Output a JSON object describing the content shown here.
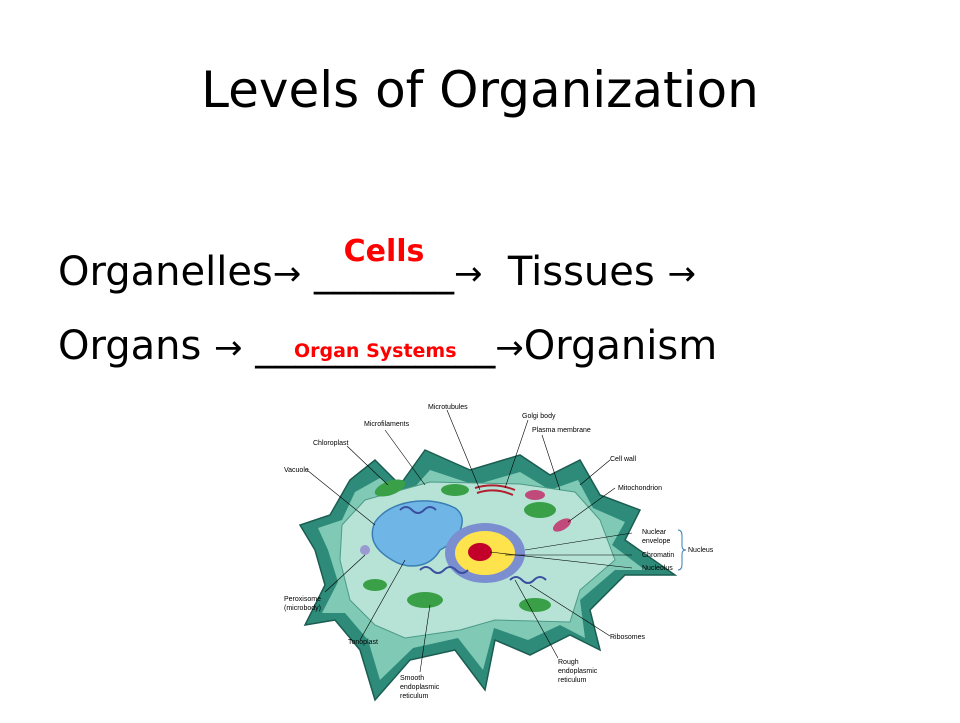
{
  "slide": {
    "title": "Levels of Organization",
    "line1": {
      "word1": "Organelles",
      "arrow": "→",
      "blank": "_______",
      "answer": "Cells",
      "word2": "Tissues"
    },
    "line2": {
      "word1": "Organs",
      "arrow": "→",
      "blank": "____________",
      "answer": "Organ Systems",
      "word2": "Organism"
    }
  },
  "diagram": {
    "labels": {
      "microtubules": "Microtubules",
      "microfilaments": "Microfilaments",
      "golgi": "Golgi body",
      "plasma_membrane": "Plasma membrane",
      "chloroplast": "Chloroplast",
      "cell_wall": "Cell wall",
      "vacuole": "Vacuole",
      "mitochondrion": "Mitochondrion",
      "nuclear_envelope_1": "Nuclear",
      "nuclear_envelope_2": "envelope",
      "chromatin": "Chromatin",
      "nucleus": "Nucleus",
      "nucleolus": "Nucleolus",
      "peroxisome_1": "Peroxisome",
      "peroxisome_2": "(microbody)",
      "ribosomes": "Ribosomes",
      "tonoplast": "Tonoplast",
      "rough_er_1": "Rough",
      "rough_er_2": "endoplasmic",
      "rough_er_3": "reticulum",
      "smooth_er_1": "Smooth",
      "smooth_er_2": "endoplasmic",
      "smooth_er_3": "reticulum"
    },
    "colors": {
      "cell_wall": "#2e8b7a",
      "cytoplasm": "#b6e3d6",
      "vacuole": "#6fb6e6",
      "nucleus_outer": "#7b8fd0",
      "nucleus_inner": "#ffe34d",
      "nucleolus": "#c3002a",
      "chloroplast": "#3aa048",
      "mitochondrion": "#c04a7a"
    }
  }
}
